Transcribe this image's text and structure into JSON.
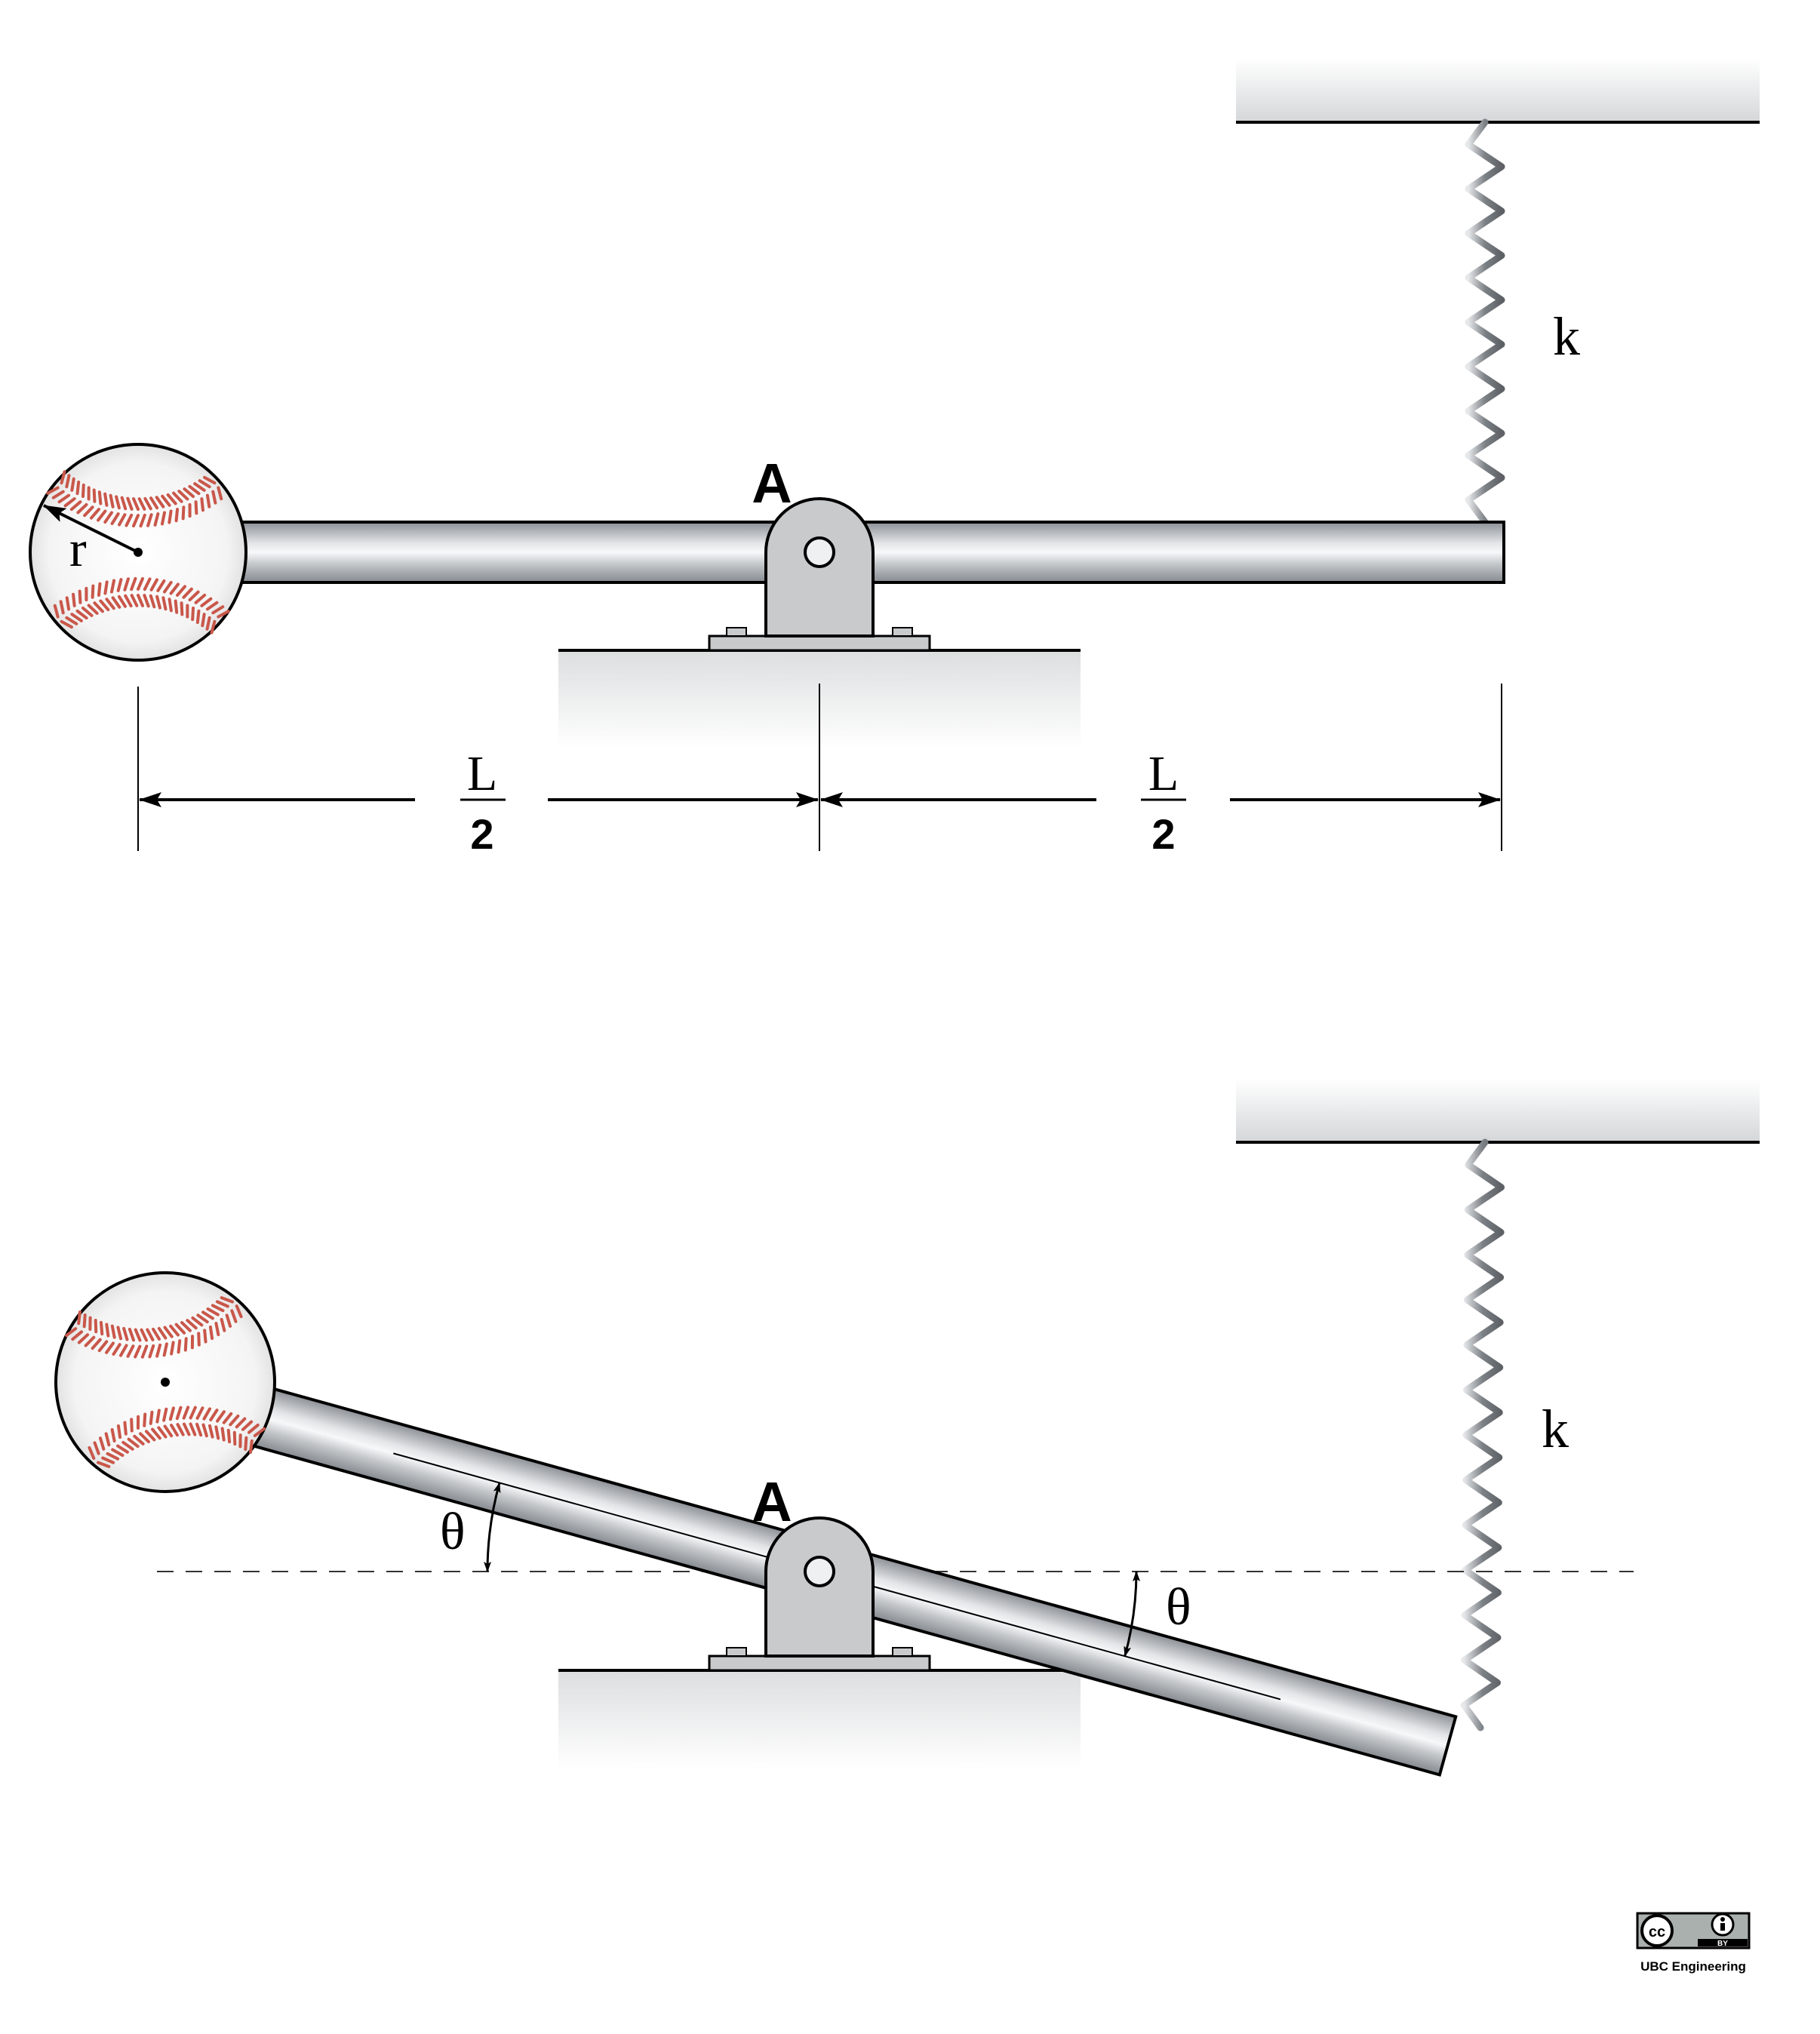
{
  "figure_top": {
    "pivot_label": "A",
    "spring_label": "k",
    "radius_label": "r",
    "dim_left": {
      "numerator": "L",
      "denominator": "2"
    },
    "dim_right": {
      "numerator": "L",
      "denominator": "2"
    }
  },
  "figure_bottom": {
    "pivot_label": "A",
    "spring_label": "k",
    "angle_left_label": "θ",
    "angle_right_label": "θ",
    "tilt_angle_deg": 15.5
  },
  "license": {
    "badge_cc": "cc",
    "badge_by": "BY",
    "credit": "UBC Engineering"
  },
  "colors": {
    "stitch": "#c9574a",
    "rod_dark": "#8c9096",
    "rod_light": "#f4f5f6",
    "support": "#c8cacc",
    "spring": "#7c8186",
    "line": "#000000"
  }
}
